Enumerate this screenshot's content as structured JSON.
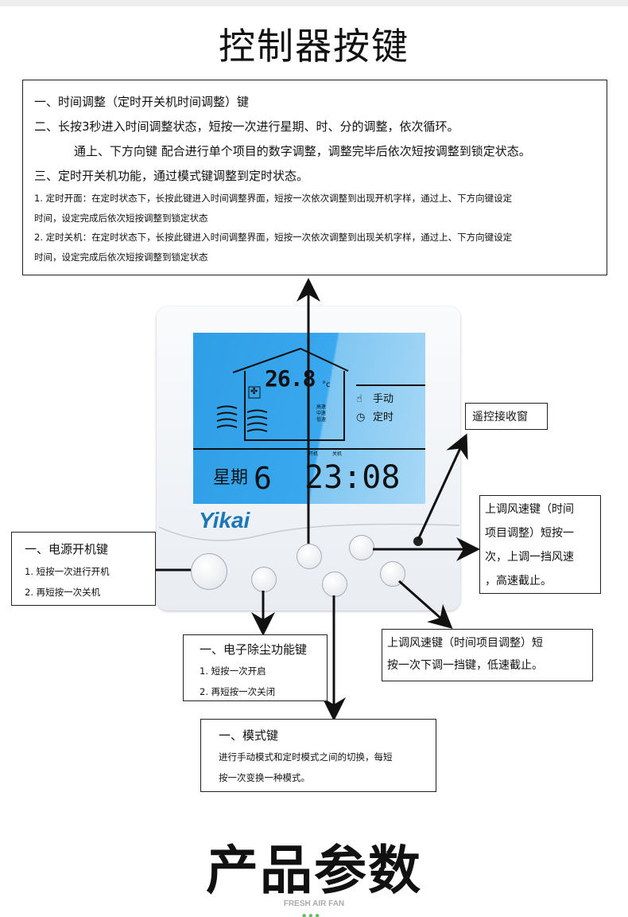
{
  "header": {
    "title": "控制器按键"
  },
  "time_key": {
    "lines": [
      "一、时间调整（定时开关机时间调整）键",
      "二、长按3秒进入时间调整状态，短按一次进行星期、时、分的调整，依次循环。",
      "通上、下方向键 配合进行单个项目的数字调整，调整完毕后依次短按调整到锁定状态。",
      "三、定时开关机功能，通过模式键调整到定时状态。"
    ],
    "small": [
      "1. 定时开面：在定时状态下，长按此键进入时间调整界面，短按一次依次调整到出现开机字样，通过上、下方向键设定",
      "时间，设定完成后依次短按调整到锁定状态",
      "2. 定时关机：在定时状态下，长按此键进入时间调整界面，短按一次依次调整到出现关机字样，通过上、下方向键设定",
      "时间，设定完成后依次短按调整到锁定状态"
    ]
  },
  "lcd": {
    "temp": "26.8",
    "unit": "°c",
    "speeds": [
      "高速",
      "中速",
      "低速"
    ],
    "mode_manual": "手动",
    "mode_timer": "定时",
    "weekday_label": "星期",
    "weekday": "6",
    "on_label": "开机",
    "off_label": "关机",
    "time": "23:08"
  },
  "logo": "Yikai",
  "callouts": {
    "remote": "遥控接收窗",
    "up": [
      "上调风速键（时间",
      "项目调整）短按一",
      "次，上调一挡风速",
      "，高速截止。"
    ],
    "power": {
      "title": "一、电源开机键",
      "items": [
        "1. 短按一次进行开机",
        "2. 再短按一次关机"
      ]
    },
    "dust": {
      "title": "一、电子除尘功能键",
      "items": [
        "1. 短按一次开启",
        "2. 再短按一次关闭"
      ]
    },
    "down": [
      "上调风速键（时间项目调整）短",
      "按一次下调一挡键，低速截止。"
    ],
    "mode": {
      "title": "一、模式键",
      "items": [
        "进行手动模式和定时模式之间的切换，每短",
        "按一次变换一种模式。"
      ]
    }
  },
  "footer": {
    "title": "产品参数",
    "subtitle": "FRESH AIR FAN"
  },
  "colors": {
    "lcd": "#3aa8ee",
    "logo": "#1a78b8",
    "text": "#111111"
  }
}
